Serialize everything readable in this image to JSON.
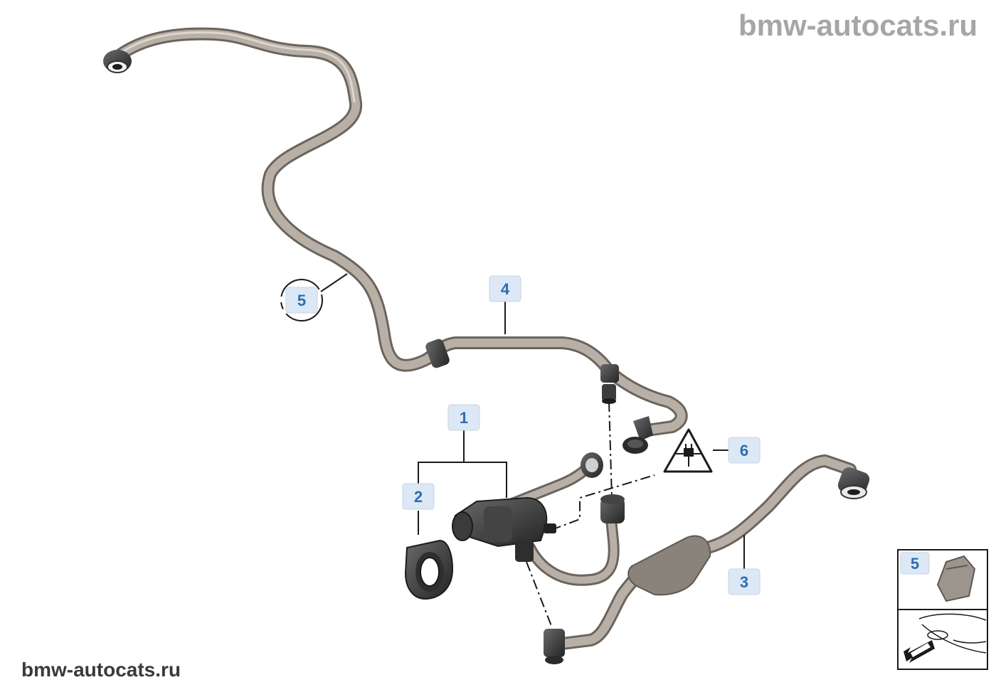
{
  "watermarks": {
    "top": "bmw-autocats.ru",
    "bottom": "bmw-autocats.ru"
  },
  "callouts": {
    "c1": "1",
    "c2": "2",
    "c3": "3",
    "c4": "4",
    "c5_detail": "5",
    "c5_inset": "5",
    "c6": "6"
  },
  "colors": {
    "callout_fill": "#dce8f5",
    "callout_text": "#2f6db0",
    "pipe": "#9a928a",
    "rubber": "#3a3a3a"
  },
  "icons": {
    "warning": "warning-electrical-plug-icon"
  }
}
